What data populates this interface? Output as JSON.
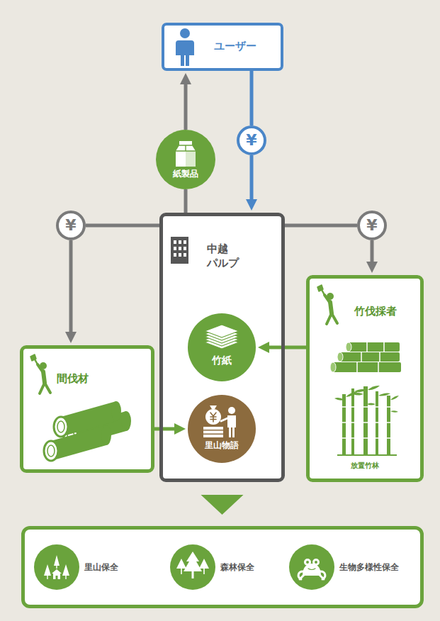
{
  "diagram": {
    "nodes": [
      {
        "text": [
          "ユーザー"
        ]
      },
      {
        "text": [
          "¥"
        ]
      },
      {
        "text": [
          "紙製品"
        ]
      },
      {
        "text": [
          "¥"
        ]
      },
      {
        "text": [
          "中越 パルプ"
        ]
      },
      {
        "text": [
          "竹紙"
        ],
        "in": 4
      },
      {
        "text": [
          "里山物語"
        ],
        "in": 4
      },
      {
        "text": [
          "¥"
        ]
      },
      {
        "text": [
          "竹伐採者",
          "放置竹林"
        ]
      },
      {
        "text": [
          "間伐材"
        ]
      },
      {
        "text": []
      },
      {
        "text": [
          "里山保全"
        ],
        "in": 10
      },
      {
        "text": [
          "森林保全"
        ],
        "in": 10
      },
      {
        "text": [
          "生物多様性保全"
        ],
        "in": 10
      }
    ],
    "edges": [
      {
        "from": 0,
        "to": 1,
        "arrow": "none"
      },
      {
        "from": 1,
        "to": 4,
        "arrow": "to"
      },
      {
        "from": 4,
        "to": 2,
        "arrow": "none"
      },
      {
        "from": 2,
        "to": 0,
        "arrow": "to"
      },
      {
        "from": 4,
        "to": 3,
        "arrow": "none"
      },
      {
        "from": 3,
        "to": 9,
        "arrow": "to"
      },
      {
        "from": 4,
        "to": 7,
        "arrow": "none"
      },
      {
        "from": 7,
        "to": 8,
        "arrow": "to"
      },
      {
        "from": 8,
        "to": 5,
        "arrow": "to"
      },
      {
        "from": 9,
        "to": 6,
        "arrow": "to"
      },
      {
        "from": 4,
        "to": 10,
        "arrow": "to"
      }
    ]
  }
}
